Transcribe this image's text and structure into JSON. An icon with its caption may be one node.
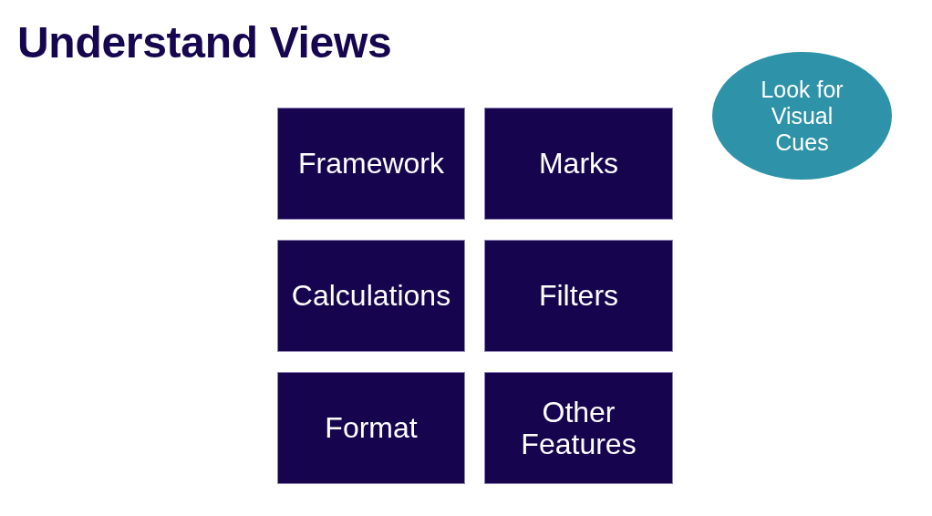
{
  "diagram": {
    "title": "Understand Views",
    "nodes": [
      {
        "text": [
          "Framework"
        ]
      },
      {
        "text": [
          "Marks"
        ]
      },
      {
        "text": [
          "Calculations"
        ]
      },
      {
        "text": [
          "Filters"
        ]
      },
      {
        "text": [
          "Format"
        ]
      },
      {
        "text": [
          "Other Features"
        ]
      },
      {
        "text": [
          "Look for Visual Cues"
        ]
      }
    ]
  }
}
